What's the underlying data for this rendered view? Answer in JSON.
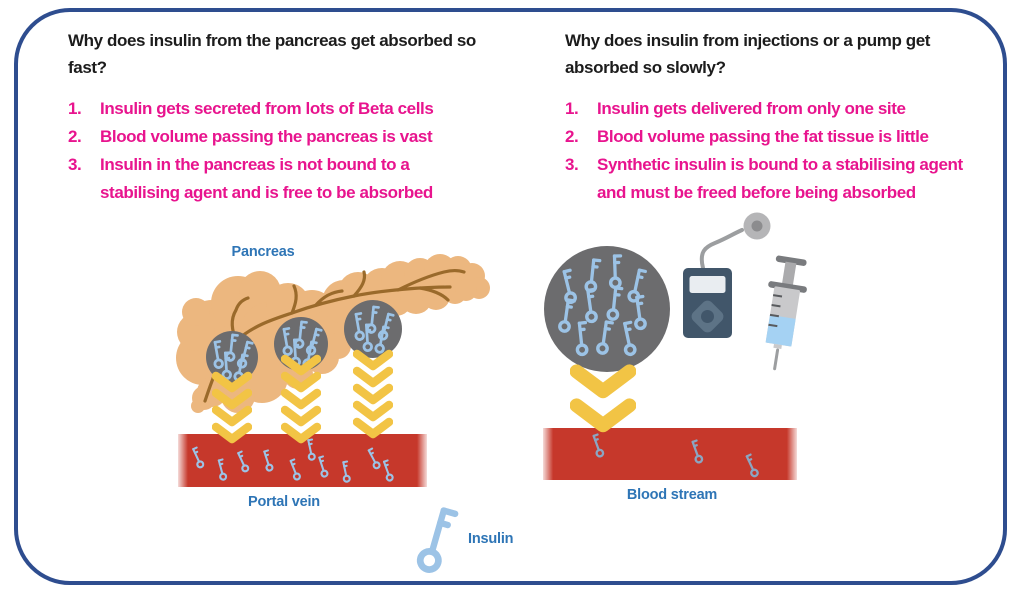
{
  "left": {
    "heading_line1": "Why does insulin from the pancreas get absorbed so",
    "heading_line2": "fast?",
    "items": [
      {
        "num": "1.",
        "text": "Insulin gets secreted from lots of Beta cells"
      },
      {
        "num": "2.",
        "text": "Blood volume passing the pancreas is vast"
      },
      {
        "num": "3.",
        "text": "Insulin in the pancreas is not bound to a",
        "text2": "stabilising agent and is free to be absorbed"
      }
    ],
    "organ_label": "Pancreas",
    "vessel_label": "Portal vein"
  },
  "right": {
    "heading_line1": "Why does insulin from injections or a pump get",
    "heading_line2": "absorbed so slowly?",
    "items": [
      {
        "num": "1.",
        "text": "Insulin gets delivered from only one site"
      },
      {
        "num": "2.",
        "text": "Blood volume passing the fat tissue is little"
      },
      {
        "num": "3.",
        "text": "Synthetic insulin is bound to a stabilising agent",
        "text2": "and must be freed before being absorbed"
      }
    ],
    "vessel_label": "Blood stream"
  },
  "legend": {
    "label": "Insulin"
  },
  "icons": {
    "key": "insulin-key-icon",
    "chevron": "down-chevron-icon",
    "pump": "insulin-pump-icon",
    "infusion_set": "infusion-set-icon",
    "syringe": "syringe-icon",
    "beta_cells": "beta-cell-cluster"
  },
  "colors": {
    "border_blue": "#2e4d8f",
    "heading_text": "#1c1c1c",
    "accent_pink": "#e8148e",
    "label_blue": "#2e75b6",
    "pancreas_tan": "#ecb77f",
    "duct_brown": "#9a6a2b",
    "cell_gray": "#6c6c6e",
    "key_blue": "#9cc3e6",
    "key_gray_blue": "#8ba6c2",
    "arrow_yellow": "#f2c445",
    "vessel_red": "#c6382b",
    "pump_body": "#41566a",
    "pump_screen": "#e9edf1",
    "pump_button": "#5d7386",
    "device_gray": "#9c9ea0",
    "device_gray_light": "#b5b5b7",
    "device_gray_dark": "#8c8c8e",
    "syringe_dark": "#797b7e",
    "syringe_mid": "#ababad",
    "syringe_gray": "#c9c9cb",
    "syringe_liquid": "#a5d2f3"
  }
}
